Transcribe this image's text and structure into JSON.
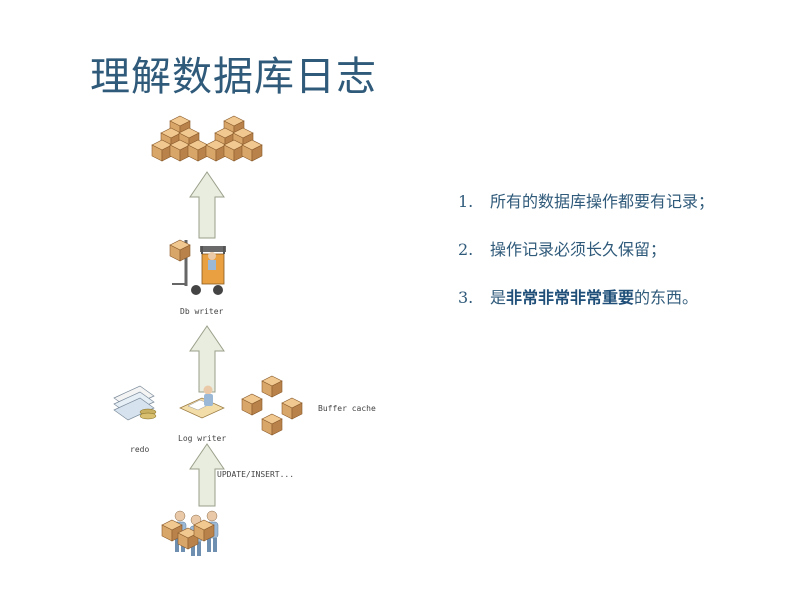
{
  "title": "理解数据库日志",
  "diagram": {
    "db_writer_label": "Db writer",
    "log_writer_label": "Log writer",
    "redo_label": "redo",
    "buffer_cache_label": "Buffer cache",
    "update_label": "UPDATE/INSERT...",
    "icons": [
      "box-stack-icon",
      "forklift-icon",
      "documents-icon",
      "worker-desk-icon",
      "box-icon",
      "people-icon"
    ],
    "arrow_color": "#e8eddf",
    "box_color": "#d9a66a"
  },
  "points": [
    {
      "num": "1.",
      "text": "所有的数据库操作都要有记录；"
    },
    {
      "num": "2.",
      "text": "操作记录必须长久保留；"
    },
    {
      "num": "3.",
      "before": "是",
      "bold": "非常非常非常重要",
      "after": "的东西。"
    }
  ]
}
